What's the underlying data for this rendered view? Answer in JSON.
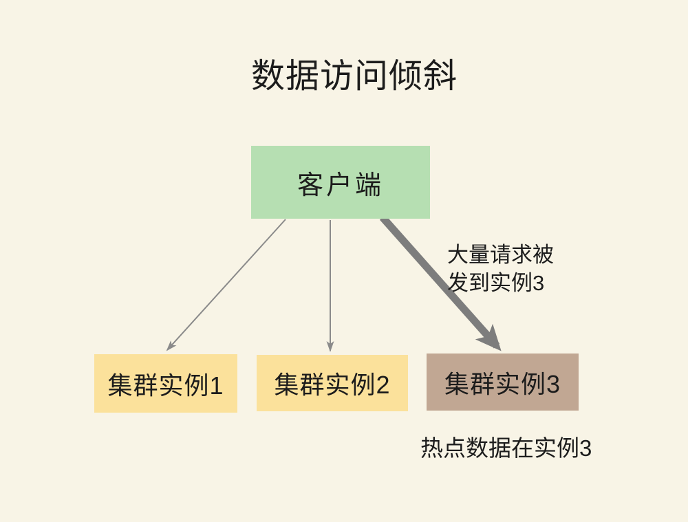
{
  "title": "数据访问倾斜",
  "nodes": {
    "client": {
      "label": "客户端"
    },
    "instance1": {
      "label": "集群实例1"
    },
    "instance2": {
      "label": "集群实例2"
    },
    "instance3": {
      "label": "集群实例3"
    }
  },
  "annotations": {
    "arrow_note_line1": "大量请求被",
    "arrow_note_line2": "发到实例3",
    "bottom_note": "热点数据在实例3"
  },
  "colors": {
    "bg": "#f8f4e6",
    "clientBox": "#b6dfb2",
    "instanceBox": "#fbe19b",
    "hotInstanceBox": "#c1a793",
    "arrow": "#8a8a8a",
    "thickArrow": "#7d7d7d",
    "text": "#1c1c1c"
  }
}
